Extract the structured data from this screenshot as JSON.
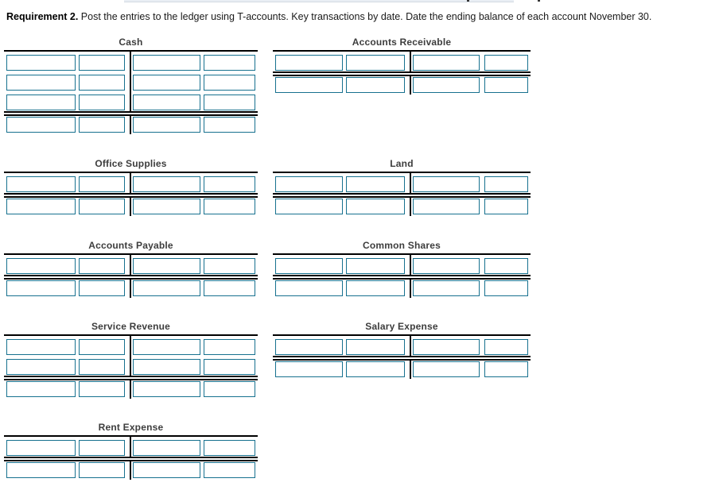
{
  "header": {
    "requirement_label": "Requirement 2.",
    "instructions": " Post the entries to the ledger using T-accounts. Key transactions by date. Date the ending balance of each account November 30."
  },
  "colors": {
    "input_border": "#17718f",
    "line": "#000000",
    "title_text": "#3d3d3d"
  },
  "input_value": "",
  "t_accounts": [
    {
      "title": "Cash",
      "column": "left",
      "band": 1,
      "transaction_rows": 3,
      "balance_rows": 1
    },
    {
      "title": "Accounts Receivable",
      "column": "right",
      "band": 1,
      "transaction_rows": 1,
      "balance_rows": 1
    },
    {
      "title": "Office Supplies",
      "column": "left",
      "band": 2,
      "transaction_rows": 1,
      "balance_rows": 1
    },
    {
      "title": "Land",
      "column": "right",
      "band": 2,
      "transaction_rows": 1,
      "balance_rows": 1
    },
    {
      "title": "Accounts Payable",
      "column": "left",
      "band": 3,
      "transaction_rows": 1,
      "balance_rows": 1
    },
    {
      "title": "Common Shares",
      "column": "right",
      "band": 3,
      "transaction_rows": 1,
      "balance_rows": 1
    },
    {
      "title": "Service Revenue",
      "column": "left",
      "band": 4,
      "transaction_rows": 2,
      "balance_rows": 1
    },
    {
      "title": "Salary Expense",
      "column": "right",
      "band": 4,
      "transaction_rows": 1,
      "balance_rows": 1
    },
    {
      "title": "Rent Expense",
      "column": "left",
      "band": 5,
      "transaction_rows": 1,
      "balance_rows": 1
    }
  ]
}
